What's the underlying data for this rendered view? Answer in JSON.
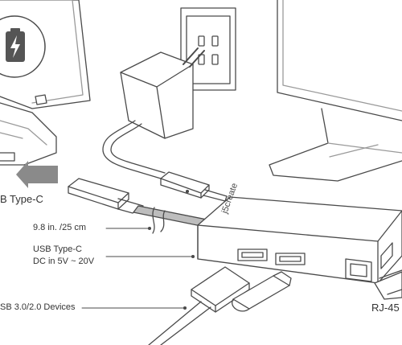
{
  "labels": {
    "type_c_partial": "B Type-C",
    "cable_length": "9.8 in. /25 cm",
    "usb_c_line1": "USB Type-C",
    "usb_c_line2": "DC in 5V ~ 20V",
    "usb3_devices": "SB 3.0/2.0 Devices",
    "rj45": "RJ-45",
    "brand": "j5create"
  },
  "icons": {
    "battery": "battery-charging-icon",
    "arrow": "insert-arrow-icon"
  },
  "colors": {
    "line": "#4a4a4a",
    "light_line": "#9a9a9a",
    "fill": "#ffffff",
    "cable_gray": "#bdbdbd",
    "label": "#333333",
    "arrow": "#8a8a8a",
    "battery": "#555555"
  }
}
